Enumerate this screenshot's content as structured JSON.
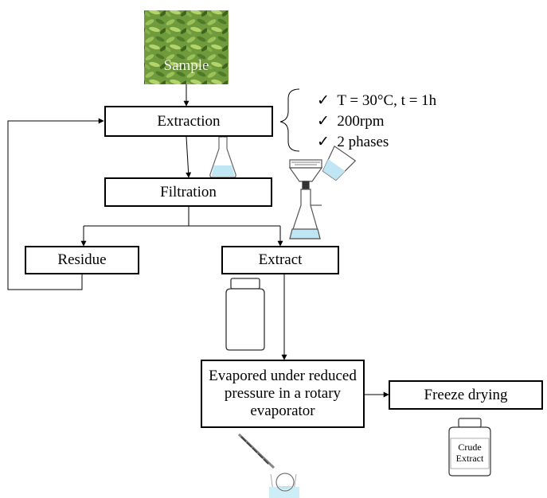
{
  "sample": {
    "label": "Sample"
  },
  "steps": {
    "extraction": "Extraction",
    "filtration": "Filtration",
    "residue": "Residue",
    "extract": "Extract",
    "evaporation": "Evapored under reduced pressure in a rotary evaporator",
    "freeze_drying": "Freeze drying"
  },
  "conditions": {
    "check_symbol": "✓",
    "items": [
      "T = 30°C, t = 1h",
      "200rpm",
      "2 phases"
    ]
  },
  "crude_extract": {
    "label": "Crude Extract"
  },
  "colors": {
    "liquid": "#bfe6f2",
    "leaf_dark": "#4f7a2a",
    "leaf_light": "#9cc25a",
    "line": "#000000"
  }
}
